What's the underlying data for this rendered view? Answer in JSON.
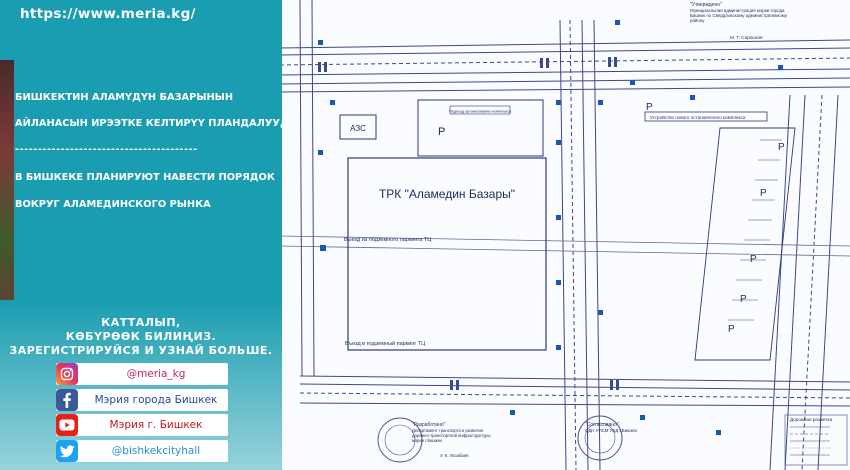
{
  "website_url": "https://www.meria.kg/",
  "headlines": {
    "kg_line1": "БИШКЕКТИН АЛАМҮДҮН БАЗАРЫНЫН",
    "kg_line2": "АЙЛАНАСЫН ИРЭЭТКЕ КЕЛТИРҮҮ ПЛАНДАЛУУДА",
    "divider": "----------------------------------------",
    "ru_line1": "В БИШКЕКЕ ПЛАНИРУЮТ НАВЕСТИ ПОРЯДОК",
    "ru_line2": "ВОКРУГ АЛАМЕДИНСКОГО РЫНКА"
  },
  "register": {
    "line1": "КАТТАЛЫП,",
    "line2": "КӨБҮРӨӨК БИЛИҢИЗ.",
    "line3": "ЗАРЕГИСТРИРУЙСЯ И УЗНАЙ БОЛЬШЕ."
  },
  "social": [
    {
      "icon": "instagram-icon",
      "label": "@meria_kg",
      "color": "#c0266f"
    },
    {
      "icon": "facebook-icon",
      "label": "Мэрия города Бишкек",
      "color": "#214a9c"
    },
    {
      "icon": "youtube-icon",
      "label": "Мэрия г. Бишкек",
      "color": "#c8161d"
    },
    {
      "icon": "twitter-icon",
      "label": "@bishkekcityhall",
      "color": "#2a8fd6"
    }
  ],
  "plan": {
    "mall_label": "ТРК \"Аламедин Базары\"",
    "gas_station": "АЗС",
    "parking": "P",
    "exit_label": "Выезд из подземного паркинга ТЦ",
    "entry_label": "Въезд в подземный паркинг ТЦ",
    "stop_label": "Устройство нового остановочного комплекса",
    "top_box_label": "Подъезд организованно-комплекса",
    "approved_title": "\"Утверждено\"",
    "approved_org": "Муниципальная администрация мэрии города Бишкек по Свердловскому административному району",
    "approved_sign": "М. Т. Сарлыков",
    "developed_title": "\"Разработано\"",
    "developed_org": "Департамент транспорта и развития дорожно-транспортной инфраструктуры мэрии г.Бишкек",
    "developed_sign": "У. К. Уксабаев",
    "agreed_title": "\"Согласовано\"",
    "agreed_org": "ОДН УПСМ УВД г.Бишкек",
    "legend_title": "Дорожная разметка"
  },
  "colors": {
    "panel_teal": "#1a9db0",
    "text_white": "#ffffff",
    "plan_line": "#3a4a8a"
  }
}
